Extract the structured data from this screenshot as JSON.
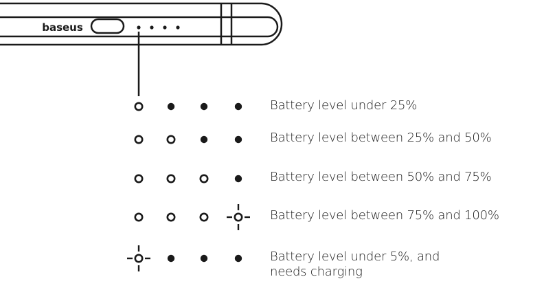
{
  "device": {
    "brand": "baseus",
    "indicator_count": 4
  },
  "legend": [
    {
      "leds": [
        "off",
        "on",
        "on",
        "on"
      ],
      "lines": [
        "Battery level under 25%"
      ]
    },
    {
      "leds": [
        "off",
        "off",
        "on",
        "on"
      ],
      "lines": [
        "Battery level between 25% and  50%"
      ]
    },
    {
      "leds": [
        "off",
        "off",
        "off",
        "on"
      ],
      "lines": [
        "Battery level between 50% and  75%"
      ]
    },
    {
      "leds": [
        "off",
        "off",
        "off",
        "flashing"
      ],
      "lines": [
        "Battery level between 75% and  100%"
      ]
    },
    {
      "leds": [
        "flashing",
        "on",
        "on",
        "on"
      ],
      "lines": [
        "Battery level under 5%, and",
        "needs charging"
      ]
    }
  ],
  "colors": {
    "ink": "#1a1a1a",
    "background": "#ffffff"
  },
  "icons": {
    "led_on": "filled-dot-icon",
    "led_off": "hollow-circle-icon",
    "led_flashing": "flashing-circle-icon"
  }
}
